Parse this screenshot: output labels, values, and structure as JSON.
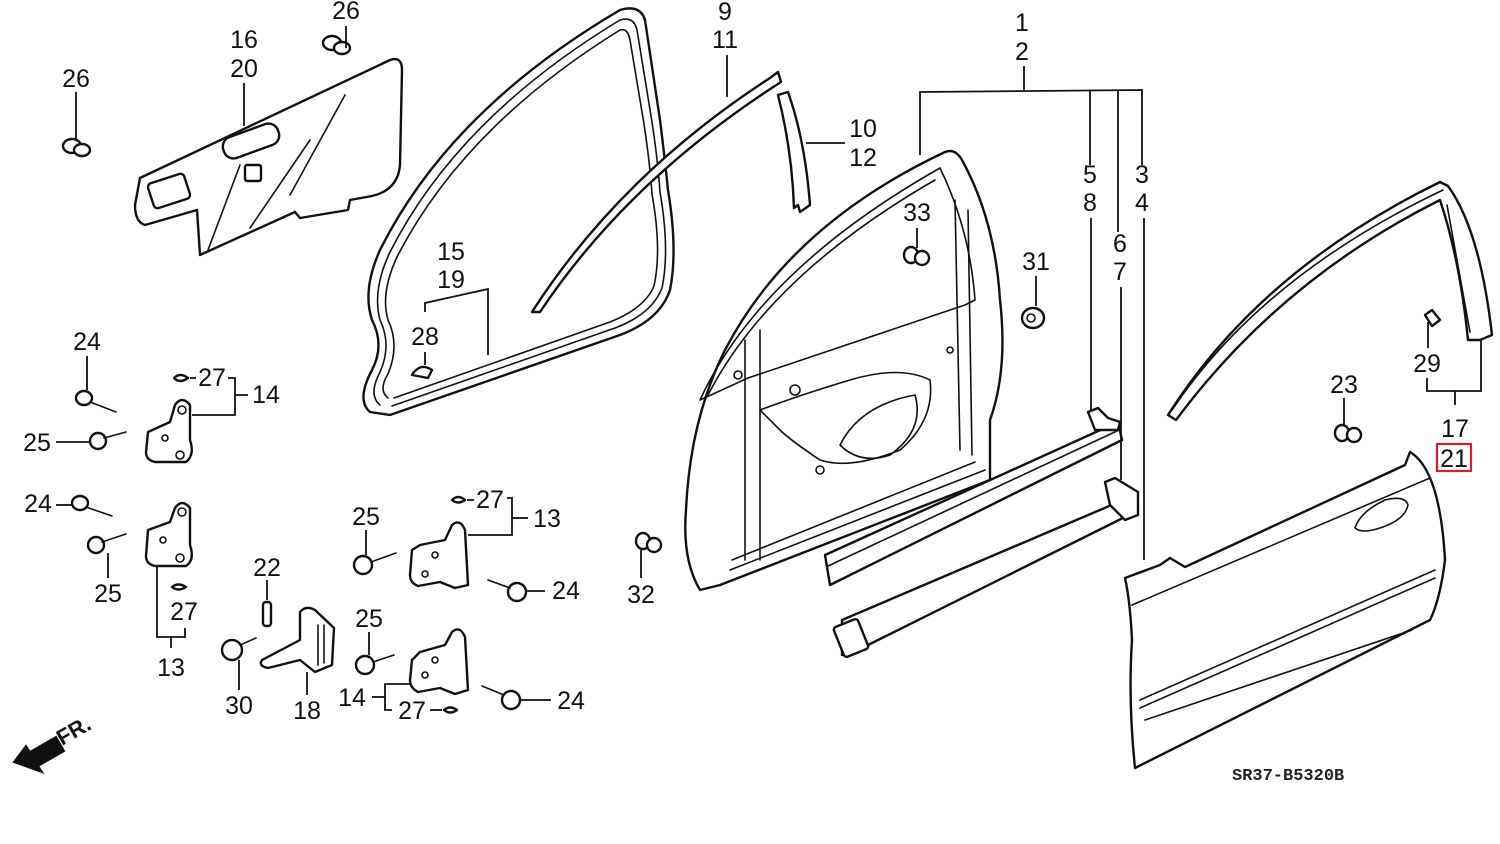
{
  "diagram": {
    "drawing_code": "SR37-B5320B",
    "direction_marker": "FR.",
    "highlight_color": "#d0202a",
    "line_color": "#111111",
    "highlighted_part": "21",
    "callouts": {
      "c1": "1",
      "c2": "2",
      "c3": "3",
      "c4": "4",
      "c5": "5",
      "c6": "6",
      "c7": "7",
      "c8": "8",
      "c9": "9",
      "c10": "10",
      "c11": "11",
      "c12": "12",
      "c13a": "13",
      "c13b": "13",
      "c14a": "14",
      "c14b": "14",
      "c15": "15",
      "c16": "16",
      "c17": "17",
      "c18": "18",
      "c19": "19",
      "c20": "20",
      "c21": "21",
      "c22": "22",
      "c23": "23",
      "c24a": "24",
      "c24b": "24",
      "c24c": "24",
      "c24d": "24",
      "c25a": "25",
      "c25b": "25",
      "c25c": "25",
      "c25d": "25",
      "c26a": "26",
      "c26b": "26",
      "c27a": "27",
      "c27b": "27",
      "c27c": "27",
      "c27d": "27",
      "c28": "28",
      "c29": "29",
      "c30": "30",
      "c31": "31",
      "c32": "32",
      "c33": "33"
    }
  }
}
